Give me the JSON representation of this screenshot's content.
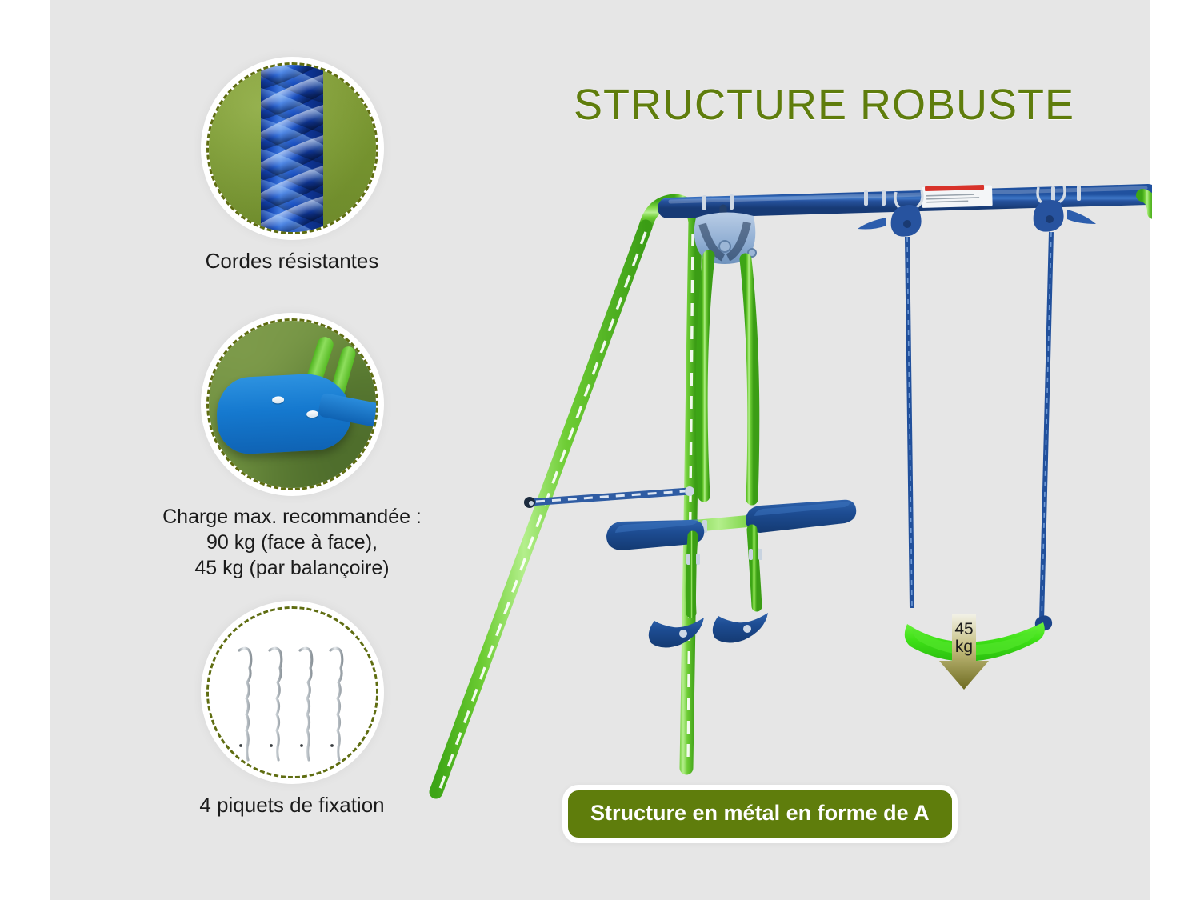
{
  "page": {
    "background_color": "#ffffff",
    "panel_color": "#e6e6e6",
    "accent_green": "#5f7d0c",
    "frame_green": "#5fc12a",
    "frame_blue": "#1f4e9c"
  },
  "headline": {
    "text": "STRUCTURE ROBUSTE"
  },
  "features": [
    {
      "id": "ropes",
      "icon": "braided-rope-photo",
      "caption": "Cordes résistantes"
    },
    {
      "id": "max-load",
      "icon": "blue-glider-seat-photo",
      "caption_line1": "Charge max. recommandée :",
      "caption_line2": "90 kg (face à face),",
      "caption_line3": "45 kg (par balançoire)"
    },
    {
      "id": "stakes",
      "icon": "ground-stakes-photo",
      "caption": "4 piquets de fixation"
    }
  ],
  "badge": {
    "text": "Structure en métal en forme de A"
  },
  "product": {
    "name": "swing-set-photo",
    "load_indicator": {
      "value": "45",
      "unit": "kg"
    }
  }
}
